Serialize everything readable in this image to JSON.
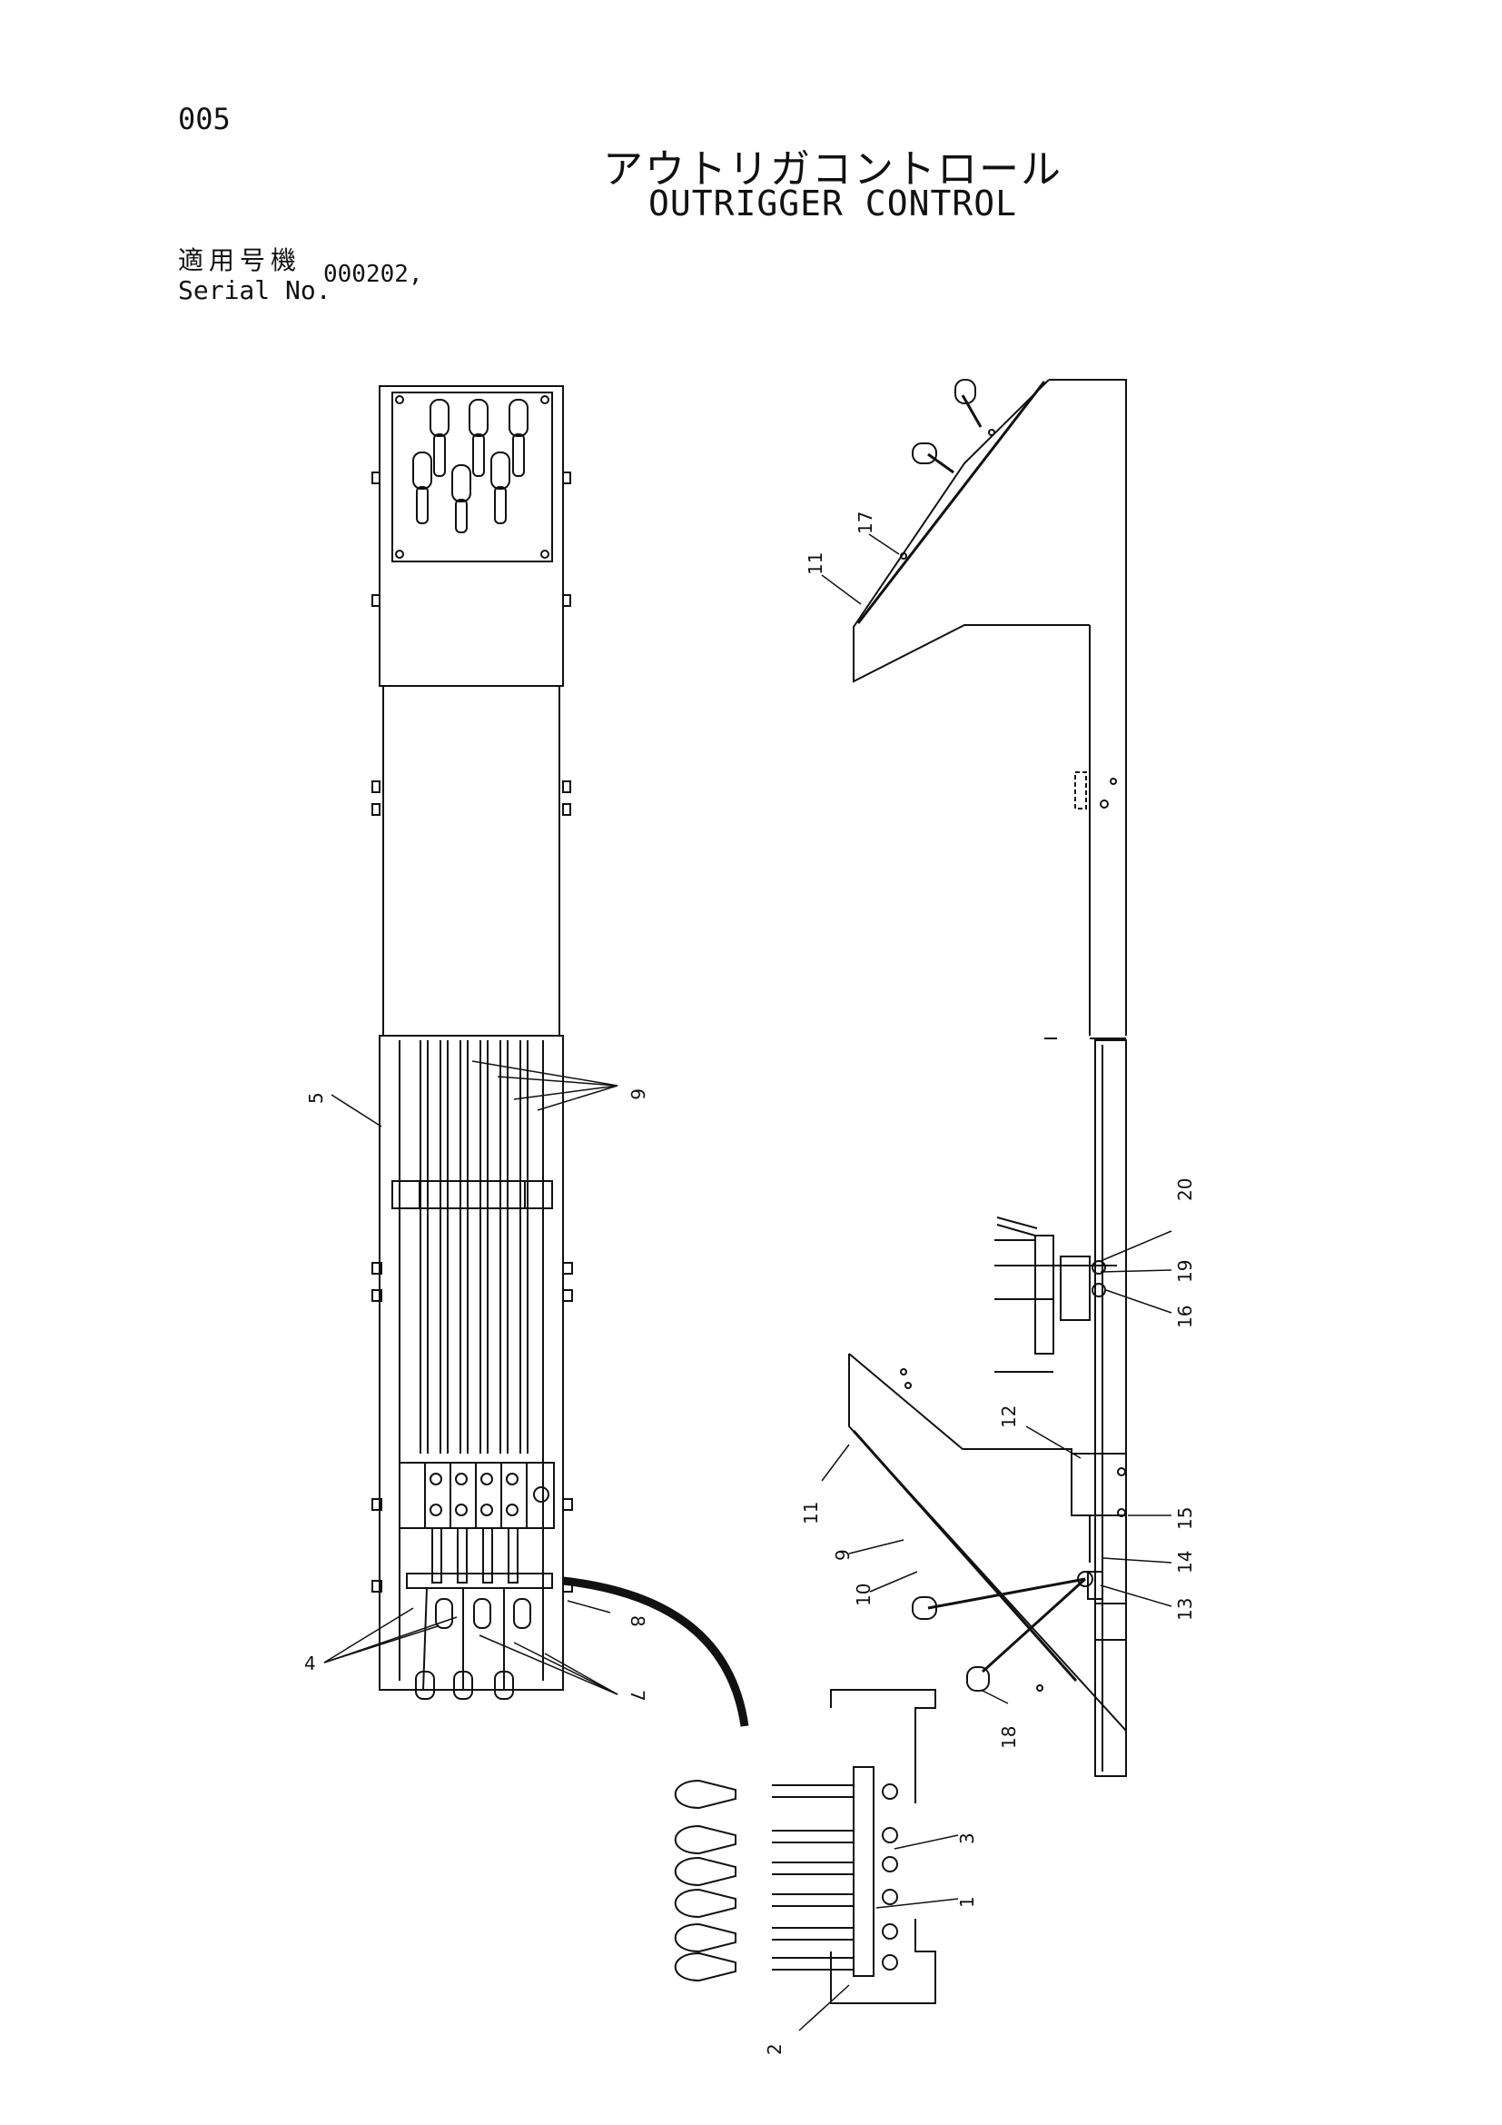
{
  "page": {
    "number": "005",
    "title_jp": "アウトリガコントロール",
    "title_en": "OUTRIGGER CONTROL",
    "serial_label_jp": "適用号機",
    "serial_label_en": "Serial No.",
    "serial_value": "000202,"
  },
  "callouts": {
    "c1": "1",
    "c2": "2",
    "c3": "3",
    "c4": "4",
    "c5": "5",
    "c6": "6",
    "c7": "7",
    "c8": "8",
    "c9": "9",
    "c10": "10",
    "c11_top": "11",
    "c11_bottom": "11",
    "c12": "12",
    "c13": "13",
    "c14": "14",
    "c15": "15",
    "c16": "16",
    "c17": "17",
    "c18": "18",
    "c19": "19",
    "c20": "20"
  }
}
